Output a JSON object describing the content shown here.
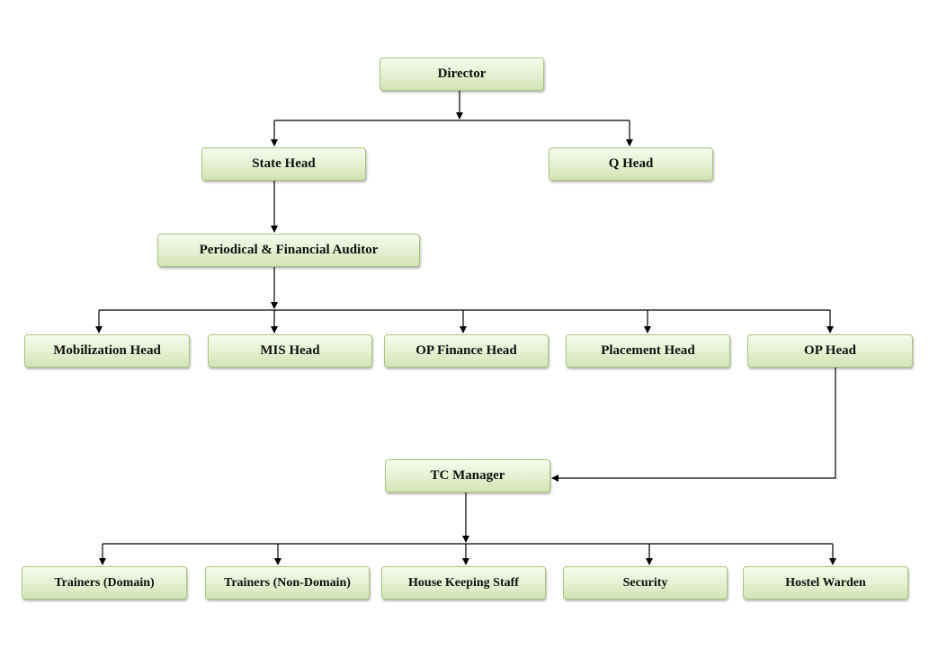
{
  "nodes": {
    "director": "Director",
    "state_head": "State Head",
    "q_head": "Q Head",
    "auditor": "Periodical & Financial Auditor",
    "mobilization_head": "Mobilization Head",
    "mis_head": "MIS Head",
    "op_finance_head": "OP Finance Head",
    "placement_head": "Placement Head",
    "op_head": "OP Head",
    "tc_manager": "TC Manager",
    "trainers_domain": "Trainers (Domain)",
    "trainers_non_domain": "Trainers (Non-Domain)",
    "house_keeping": "House Keeping Staff",
    "security": "Security",
    "hostel_warden": "Hostel Warden"
  },
  "colors": {
    "node_border": "#a9c47f",
    "node_fill_top": "#f7fbee",
    "node_fill_bottom": "#d3e4b4",
    "connector": "#000000"
  }
}
